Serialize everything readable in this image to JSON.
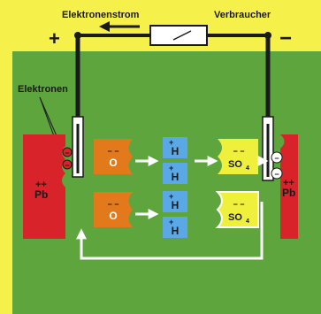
{
  "labels": {
    "electron_current": "Elektronenstrom",
    "consumer": "Verbraucher",
    "electrons": "Elektronen",
    "plus": "+",
    "minus": "−"
  },
  "electrodes": {
    "left": {
      "charge": "++",
      "name": "Pb"
    },
    "right": {
      "charge": "++",
      "name": "Pb"
    }
  },
  "ions": {
    "oxide": {
      "charge": "− −",
      "symbol": "O"
    },
    "hydrogen": {
      "charge": "+",
      "symbol": "H"
    },
    "sulfate": {
      "charge": "− −",
      "symbol": "SO",
      "subscript": "4"
    }
  },
  "electron_symbol": "⊖",
  "colors": {
    "background": "#f5f04a",
    "electrolyte": "#5da53c",
    "lead": "#d8232a",
    "oxide": "#e27a1c",
    "hydrogen": "#5aa9e6",
    "sulfate": "#eef03c",
    "wire": "#1a1a1a",
    "arrow": "#ffffff"
  }
}
